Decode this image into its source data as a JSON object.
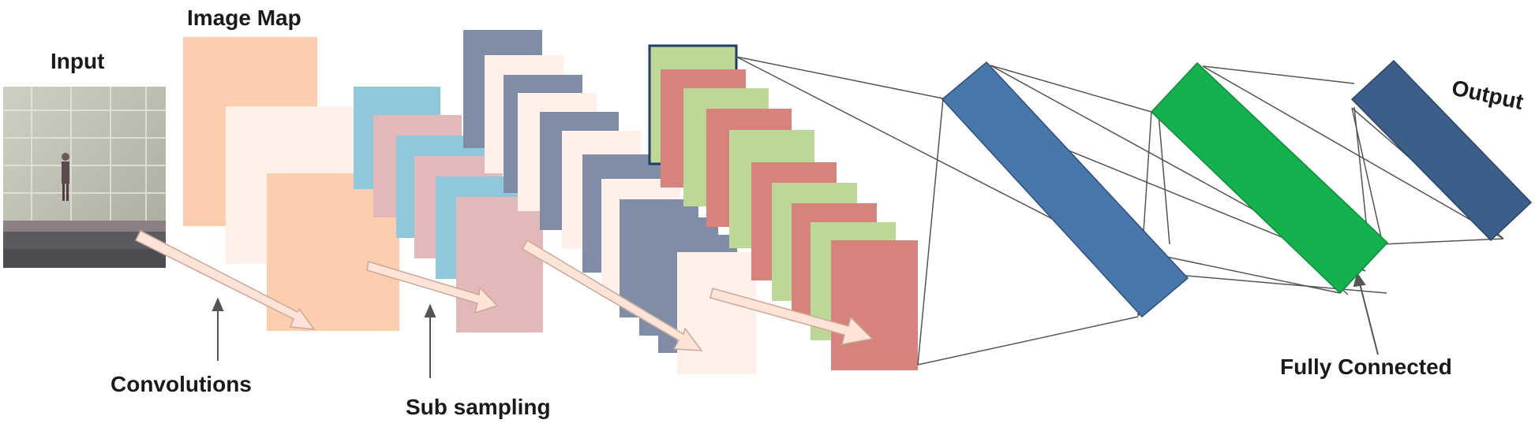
{
  "labels": {
    "input": "Input",
    "image_map": "Image Map",
    "convolutions": "Convolutions",
    "sub_sampling": "Sub sampling",
    "fully_connected": "Fully Connected",
    "output": "Output"
  },
  "colors": {
    "peach": "#fcceae",
    "peach_light": "#fff0ea",
    "light_blue": "#8fc8da",
    "pink": "#e3b8b8",
    "slate": "#7f8ea6",
    "green_light": "#bcd896",
    "salmon": "#d5837b",
    "fc_blue": "#4a77ab",
    "fc_green": "#14b24c",
    "output_blue": "#3c5f89",
    "arrow_fill": "#fde4d6",
    "line": "#555555"
  }
}
